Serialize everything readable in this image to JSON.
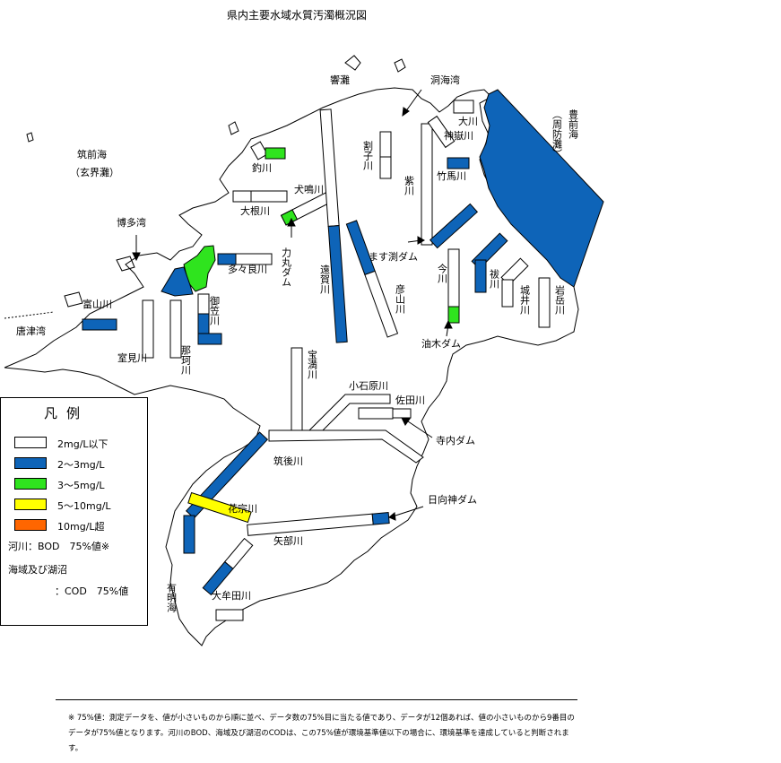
{
  "title": "県内主要水域水質汚濁概況図",
  "colors": {
    "le2": "#ffffff",
    "c2_3": "#0e64b8",
    "c3_5": "#2fe41e",
    "c5_10": "#ffff00",
    "over10": "#ff6600"
  },
  "sea_labels": {
    "hibikinada": "響灘",
    "dokaiwan": "洞海湾",
    "chikuzenkai": "筑前海",
    "genkainada": "（玄界灘）",
    "hakatawan": "博多湾",
    "karatsuwan": "唐津湾",
    "buzenkai": "豊前海",
    "suonada": "（周防灘）",
    "ariakekai": "有明海"
  },
  "river_labels": {
    "tsurikawa": "釣川",
    "inunakigawa": "犬鳴川",
    "oonegawa": "大根川",
    "rikimarudam": "力丸ダム",
    "tatarakawa": "多々良川",
    "mikasagawa": "御笠川",
    "nakagawa": "那珂川",
    "tomiyamagawa": "富山川",
    "muromigawa": "室見川",
    "ongagawa": "遠賀川",
    "hikosangawa": "彦山川",
    "warikogawa": "割子川",
    "murasakigawa": "紫川",
    "kandagawa": "神嶽川",
    "ookawa": "大川",
    "chikugawa": "竹馬川",
    "masubuchidam": "ます渕ダム",
    "imagawa": "今川",
    "harakawa": "祓川",
    "shiroigawa": "城井川",
    "iwatakegawa": "岩岳川",
    "aburagidam": "油木ダム",
    "homangawa": "宝満川",
    "koishiwaragawa": "小石原川",
    "sadagawa": "佐田川",
    "terauchidam": "寺内ダム",
    "chikugogawa": "筑後川",
    "hyuugamidam": "日向神ダム",
    "hanamunegawa": "花宗川",
    "yabegawa": "矢部川",
    "omutagawa": "大牟田川"
  },
  "legend": {
    "title": "凡例",
    "items": [
      {
        "label": "2mg/L以下",
        "color": "#ffffff"
      },
      {
        "label": "2～3mg/L",
        "color": "#0e64b8"
      },
      {
        "label": "3～5mg/L",
        "color": "#2fe41e"
      },
      {
        "label": "5～10mg/L",
        "color": "#ffff00"
      },
      {
        "label": "10mg/L超",
        "color": "#ff6600"
      }
    ],
    "note_river": "河川：BOD　75%値※",
    "note_sea": "海域及び湖沼",
    "note_cod": "：COD　75%値"
  },
  "footnote": "※ 75%値：測定データを、値が小さいものから順に並べ、データ数の75%目に当たる値であり、データが12個あれば、値の小さいものから9番目のデータが75%値となります。河川のBOD、海域及び湖沼のCODは、この75%値が環境基準値以下の場合に、環境基準を達成していると判断されます。"
}
